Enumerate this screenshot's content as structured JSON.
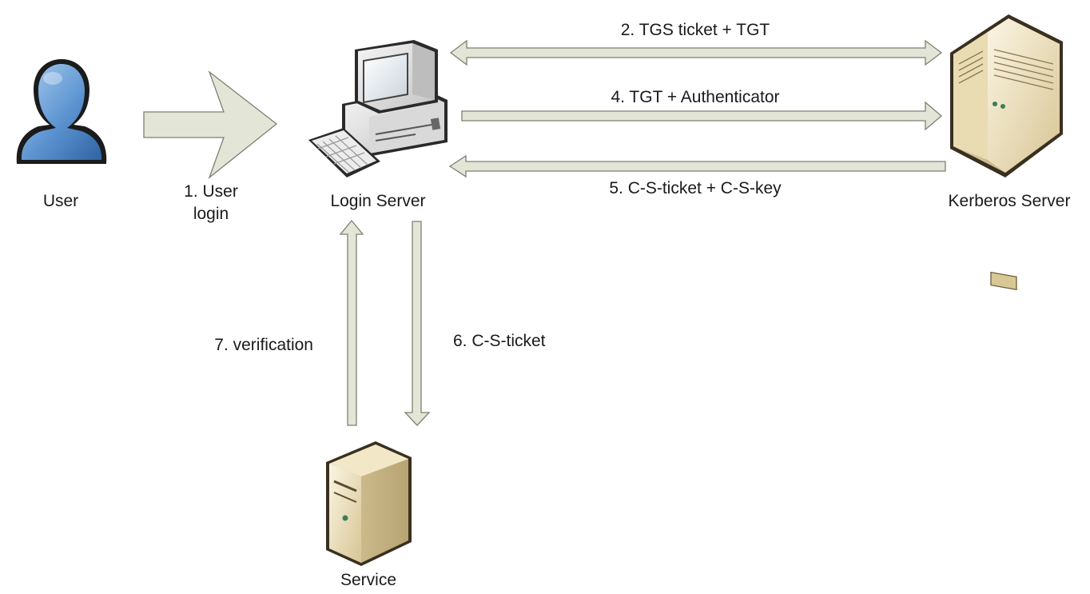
{
  "nodes": {
    "user": {
      "label": "User",
      "icon": "user-icon"
    },
    "login_server": {
      "label": "Login Server",
      "icon": "workstation-icon"
    },
    "kerberos_server": {
      "label": "Kerberos Server",
      "icon": "server-rack-icon"
    },
    "service": {
      "label": "Service",
      "icon": "tower-server-icon"
    }
  },
  "edges": [
    {
      "id": "step1",
      "label_lines": [
        "1. User",
        "login"
      ],
      "from": "User",
      "to": "Login Server"
    },
    {
      "id": "step2",
      "label": "2. TGS ticket + TGT",
      "between": [
        "Login Server",
        "Kerberos Server"
      ],
      "bidirectional": true
    },
    {
      "id": "step4",
      "label": "4. TGT + Authenticator",
      "from": "Login Server",
      "to": "Kerberos Server"
    },
    {
      "id": "step5",
      "label": "5. C-S-ticket + C-S-key",
      "from": "Kerberos Server",
      "to": "Login Server"
    },
    {
      "id": "step6",
      "label": "6. C-S-ticket",
      "from": "Login Server",
      "to": "Service"
    },
    {
      "id": "step7",
      "label": "7. verification",
      "from": "Service",
      "to": "Login Server"
    }
  ],
  "colors": {
    "arrow_fill": "#e3e6d7",
    "arrow_stroke": "#7c8072",
    "user_blue": "#4f86c6",
    "server_beige": "#e8dcb4",
    "text": "#1a1a1a"
  }
}
